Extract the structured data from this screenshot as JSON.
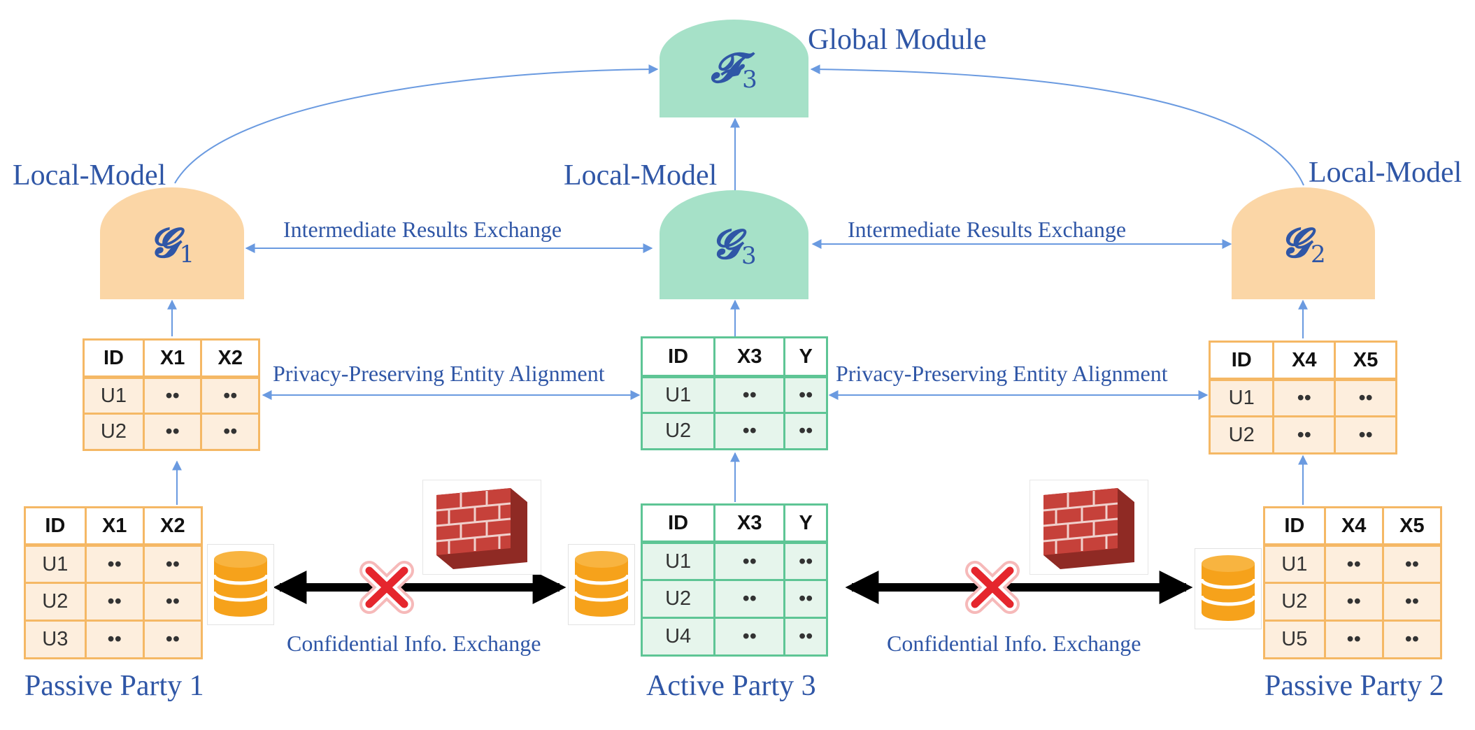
{
  "global": {
    "label": "Global Module",
    "symbol": "𝓕",
    "sub": "3"
  },
  "local_models": {
    "left_label": "Local-Model",
    "center_label": "Local-Model",
    "right_label": "Local-Model",
    "g1": {
      "symbol": "𝓖",
      "sub": "1"
    },
    "g3": {
      "symbol": "𝓖",
      "sub": "3"
    },
    "g2": {
      "symbol": "𝓖",
      "sub": "2"
    }
  },
  "exchange": {
    "intermediate_left": "Intermediate Results Exchange",
    "intermediate_right": "Intermediate Results Exchange",
    "alignment_left": "Privacy-Preserving Entity Alignment",
    "alignment_right": "Privacy-Preserving Entity Alignment",
    "confidential_left": "Confidential Info. Exchange",
    "confidential_right": "Confidential Info. Exchange"
  },
  "parties": {
    "left": "Passive Party 1",
    "center": "Active Party 3",
    "right": "Passive Party 2"
  },
  "tables": {
    "aligned_left": {
      "headers": [
        "ID",
        "X1",
        "X2"
      ],
      "rows": [
        [
          "U1",
          "••",
          "••"
        ],
        [
          "U2",
          "••",
          "••"
        ]
      ]
    },
    "aligned_center": {
      "headers": [
        "ID",
        "X3",
        "Y"
      ],
      "rows": [
        [
          "U1",
          "••",
          "••"
        ],
        [
          "U2",
          "••",
          "••"
        ]
      ]
    },
    "aligned_right": {
      "headers": [
        "ID",
        "X4",
        "X5"
      ],
      "rows": [
        [
          "U1",
          "••",
          "••"
        ],
        [
          "U2",
          "••",
          "••"
        ]
      ]
    },
    "raw_left": {
      "headers": [
        "ID",
        "X1",
        "X2"
      ],
      "rows": [
        [
          "U1",
          "••",
          "••"
        ],
        [
          "U2",
          "••",
          "••"
        ],
        [
          "U3",
          "••",
          "••"
        ]
      ]
    },
    "raw_center": {
      "headers": [
        "ID",
        "X3",
        "Y"
      ],
      "rows": [
        [
          "U1",
          "••",
          "••"
        ],
        [
          "U2",
          "••",
          "••"
        ],
        [
          "U4",
          "••",
          "••"
        ]
      ]
    },
    "raw_right": {
      "headers": [
        "ID",
        "X4",
        "X5"
      ],
      "rows": [
        [
          "U1",
          "••",
          "••"
        ],
        [
          "U2",
          "••",
          "••"
        ],
        [
          "U5",
          "••",
          "••"
        ]
      ]
    }
  },
  "icons": [
    "database-icon",
    "brick-wall-icon",
    "blocked-x-icon"
  ],
  "colors": {
    "text_blue": "#2f56a6",
    "arrow_blue": "#6a9ae0",
    "green_fill": "#a6e1c8",
    "orange_fill": "#fbd6a6",
    "green_border": "#5ec595",
    "orange_border": "#f5b865",
    "database_orange": "#f6a21b",
    "brick_red": "#c6413a"
  }
}
